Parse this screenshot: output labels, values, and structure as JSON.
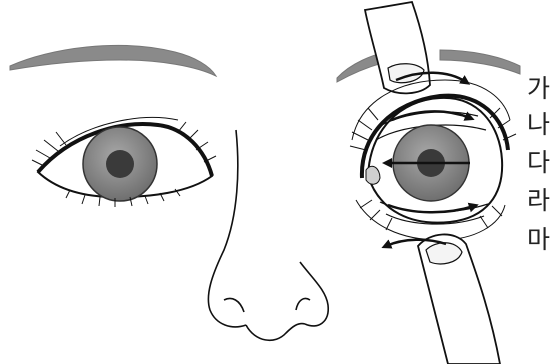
{
  "labels": {
    "ga": "가",
    "na": "나",
    "da": "다",
    "ra": "라",
    "ma": "마"
  },
  "colors": {
    "brow": "#8a8a8a",
    "iris": "#8c8c8c",
    "pupil": "#3a3a3a",
    "finger_nail": "#f4f4f4",
    "line": "#111111",
    "label": "#222222"
  }
}
